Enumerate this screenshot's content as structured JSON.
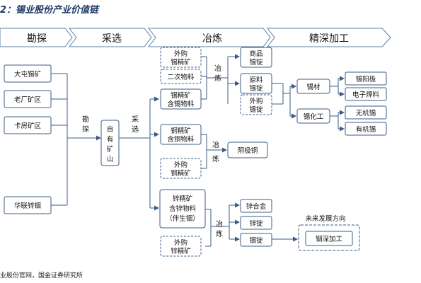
{
  "title": "2：锡业股份产业价值链",
  "footer": "业股份官网，国金证券研究所",
  "stages": [
    "勘探",
    "采选",
    "冶炼",
    "精深加工"
  ],
  "mines": [
    "大屯锡矿",
    "老厂矿区",
    "卡房矿区",
    "华联锌铟"
  ],
  "process_labels": {
    "kantan": [
      "勘",
      "探"
    ],
    "caixuan": [
      "采",
      "选"
    ],
    "yelian": [
      "冶",
      "炼"
    ]
  },
  "own_mine": [
    "自",
    "有",
    "矿",
    "山"
  ],
  "inputs": {
    "tin": [
      [
        "外购",
        "锡精矿"
      ],
      [
        "二次物料"
      ],
      [
        "锡精矿",
        "含锡物料"
      ]
    ],
    "copper": [
      [
        "铜精矿",
        "含铜物料"
      ],
      [
        "外购",
        "铜精矿"
      ]
    ],
    "zinc": [
      [
        "锌精矿",
        "含锌物料",
        "（伴生铟）"
      ],
      [
        "外购",
        "锌精矿"
      ]
    ]
  },
  "tin_products": [
    [
      "商品",
      "锡锭"
    ],
    [
      "原料",
      "锡锭"
    ],
    [
      "外购",
      "锡锭"
    ]
  ],
  "copper_product": "阴极铜",
  "zinc_products": [
    "锌合金",
    "锌锭",
    "铟锭"
  ],
  "tin_mid": [
    "锡材",
    "锡化工"
  ],
  "tin_final": [
    "锡阳极",
    "电子焊料",
    "无机锡",
    "有机锡"
  ],
  "future": {
    "label": "未来发展方向",
    "target": "铟深加工"
  }
}
